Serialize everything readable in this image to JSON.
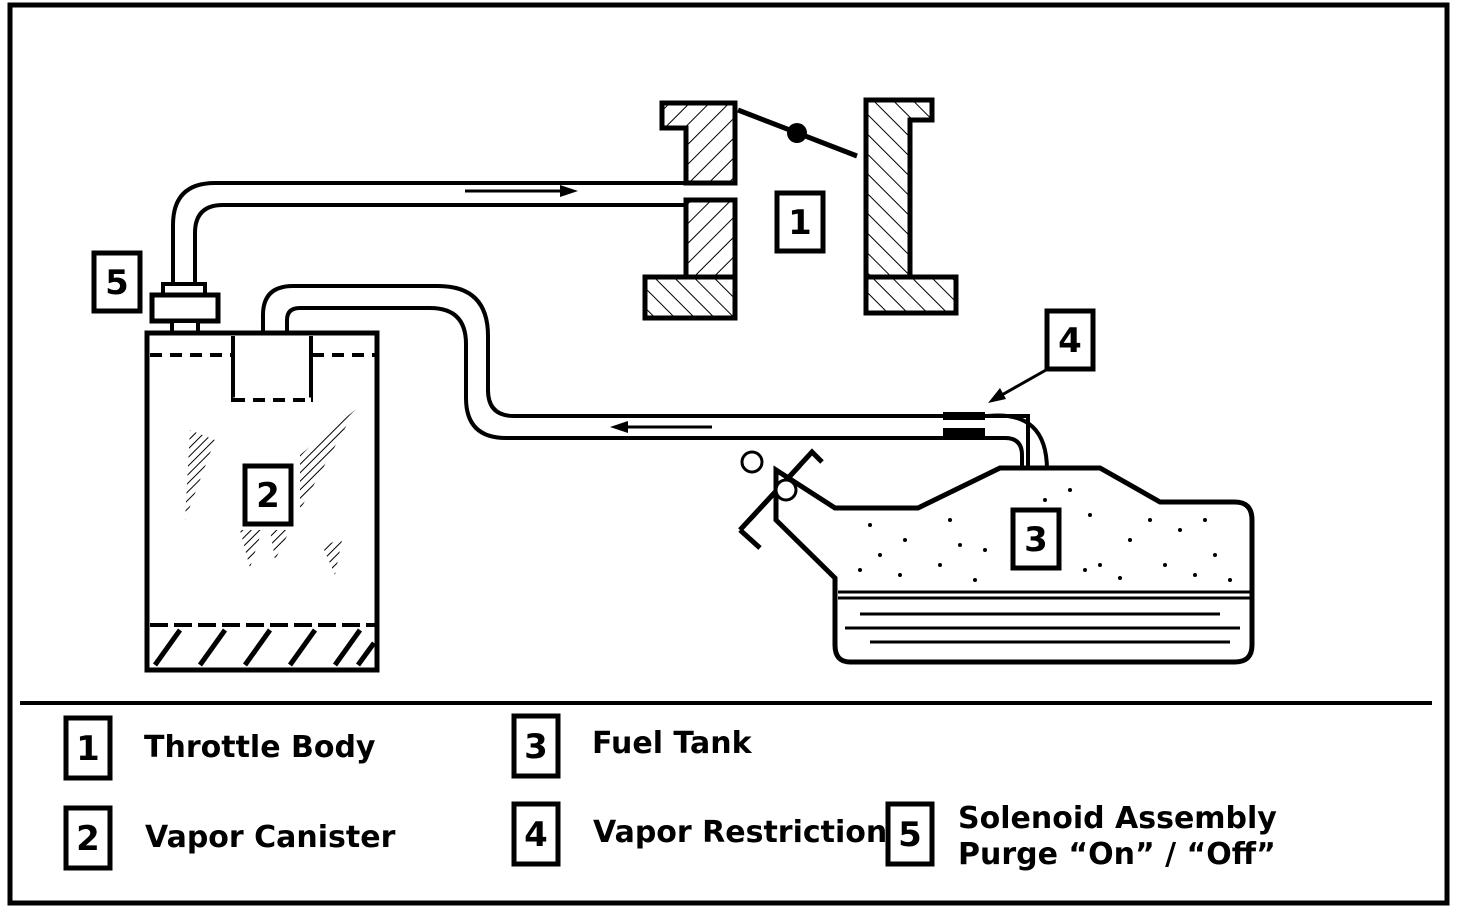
{
  "callouts": {
    "throttle_body": "1",
    "vapor_canister": "2",
    "fuel_tank": "3",
    "vapor_restriction": "4",
    "solenoid_assembly": "5"
  },
  "legend": [
    {
      "number": "1",
      "label": "Throttle Body"
    },
    {
      "number": "2",
      "label": "Vapor Canister"
    },
    {
      "number": "3",
      "label": "Fuel Tank"
    },
    {
      "number": "4",
      "label": "Vapor Restriction"
    },
    {
      "number": "5",
      "label_line1": "Solenoid Assembly",
      "label_line2": "Purge “On” / “Off”"
    }
  ]
}
